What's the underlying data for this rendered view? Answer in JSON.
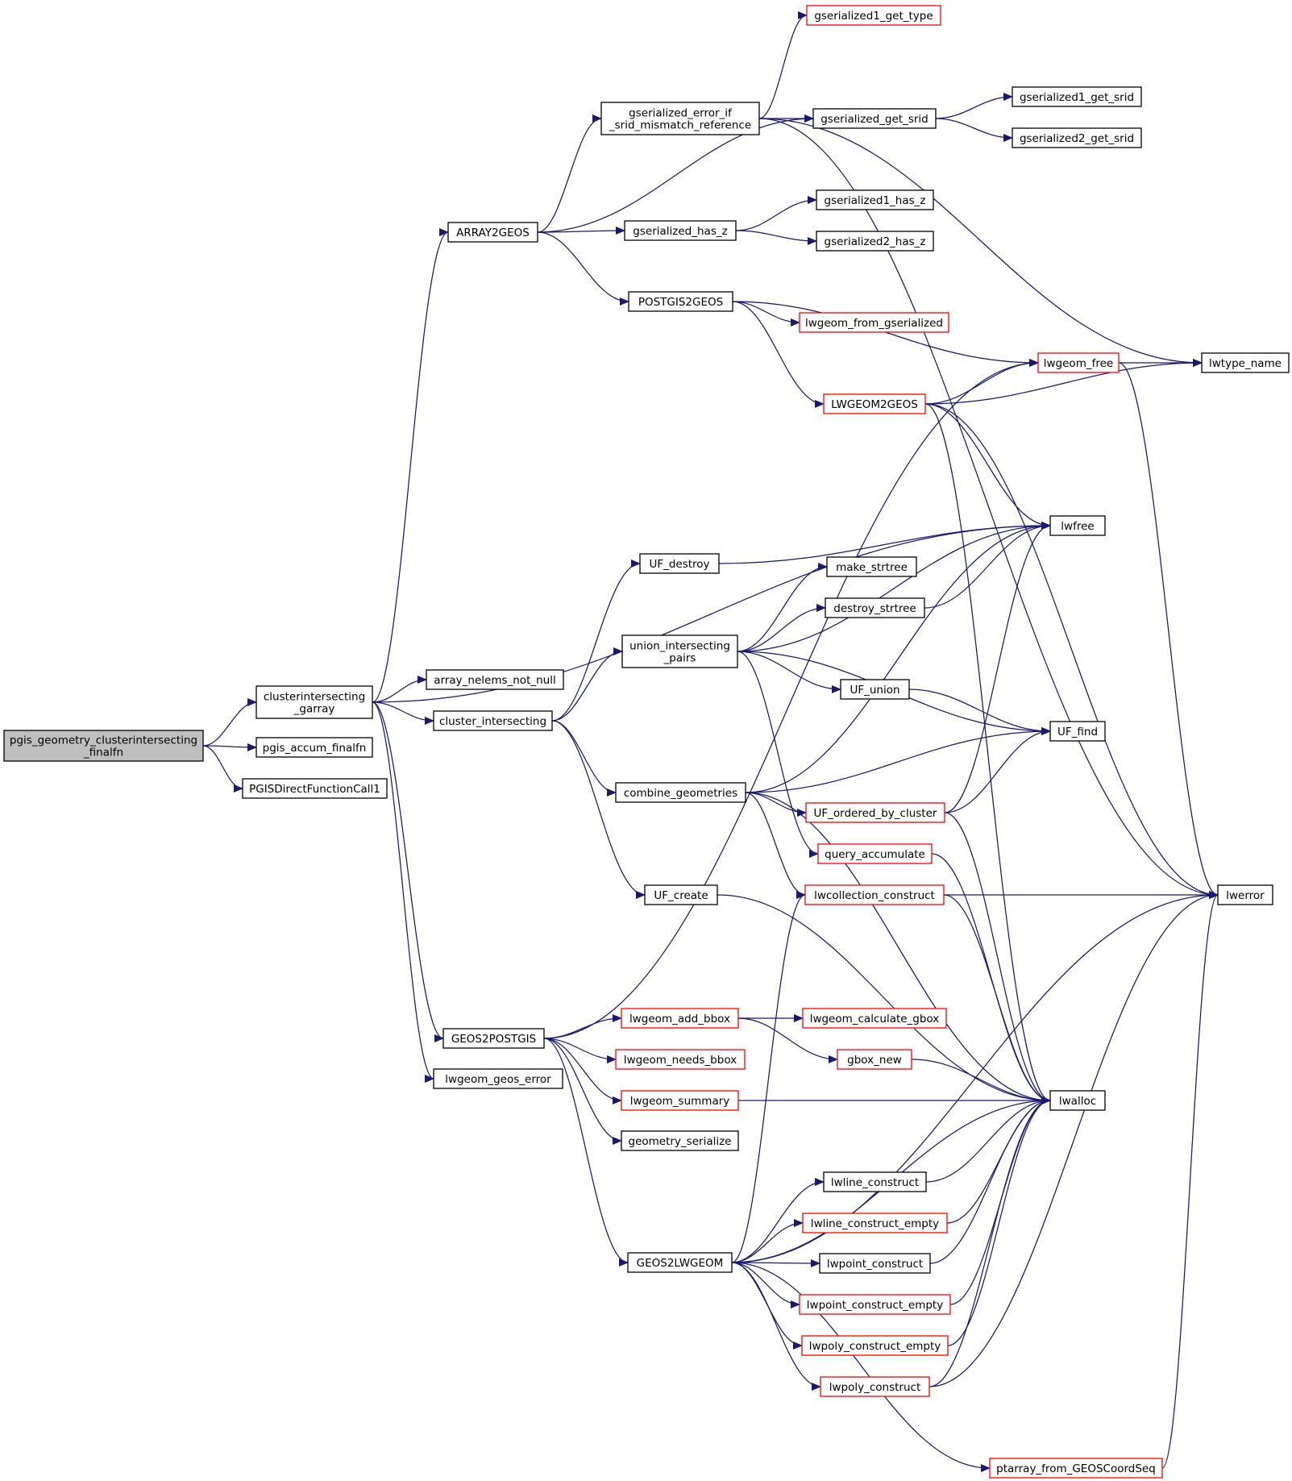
{
  "diagram": {
    "colors": {
      "edge": "#191970",
      "node_border_normal": "#000000",
      "node_border_external": "#ff0000",
      "node_fill": "#ffffff",
      "node_fill_root": "#bfbfbf"
    },
    "nodes": [
      {
        "id": "root",
        "lines": [
          "pgis_geometry_clusterintersecting",
          "_finalfn"
        ],
        "style": "root"
      },
      {
        "id": "cig",
        "lines": [
          "clusterintersecting",
          "_garray"
        ],
        "style": "normal"
      },
      {
        "id": "paf",
        "lines": [
          "pgis_accum_finalfn"
        ],
        "style": "normal"
      },
      {
        "id": "pdfc",
        "lines": [
          "PGISDirectFunctionCall1"
        ],
        "style": "normal"
      },
      {
        "id": "a2g",
        "lines": [
          "ARRAY2GEOS"
        ],
        "style": "normal"
      },
      {
        "id": "anen",
        "lines": [
          "array_nelems_not_null"
        ],
        "style": "normal"
      },
      {
        "id": "ci",
        "lines": [
          "cluster_intersecting"
        ],
        "style": "normal"
      },
      {
        "id": "g2p",
        "lines": [
          "GEOS2POSTGIS"
        ],
        "style": "normal"
      },
      {
        "id": "lge",
        "lines": [
          "lwgeom_geos_error"
        ],
        "style": "normal"
      },
      {
        "id": "geism",
        "lines": [
          "gserialized_error_if",
          "_srid_mismatch_reference"
        ],
        "style": "normal"
      },
      {
        "id": "ghz",
        "lines": [
          "gserialized_has_z"
        ],
        "style": "normal"
      },
      {
        "id": "p2g",
        "lines": [
          "POSTGIS2GEOS"
        ],
        "style": "normal"
      },
      {
        "id": "ufd",
        "lines": [
          "UF_destroy"
        ],
        "style": "normal"
      },
      {
        "id": "uip",
        "lines": [
          "union_intersecting",
          "_pairs"
        ],
        "style": "normal"
      },
      {
        "id": "cg",
        "lines": [
          "combine_geometries"
        ],
        "style": "normal"
      },
      {
        "id": "ufc",
        "lines": [
          "UF_create"
        ],
        "style": "normal"
      },
      {
        "id": "lab",
        "lines": [
          "lwgeom_add_bbox"
        ],
        "style": "external"
      },
      {
        "id": "lnb",
        "lines": [
          "lwgeom_needs_bbox"
        ],
        "style": "external"
      },
      {
        "id": "lsum",
        "lines": [
          "lwgeom_summary"
        ],
        "style": "external"
      },
      {
        "id": "gser",
        "lines": [
          "geometry_serialize"
        ],
        "style": "normal"
      },
      {
        "id": "g2l",
        "lines": [
          "GEOS2LWGEOM"
        ],
        "style": "normal"
      },
      {
        "id": "g1gt",
        "lines": [
          "gserialized1_get_type"
        ],
        "style": "external"
      },
      {
        "id": "ggs",
        "lines": [
          "gserialized_get_srid"
        ],
        "style": "normal"
      },
      {
        "id": "g1hz",
        "lines": [
          "gserialized1_has_z"
        ],
        "style": "normal"
      },
      {
        "id": "g2hz",
        "lines": [
          "gserialized2_has_z"
        ],
        "style": "normal"
      },
      {
        "id": "lfg",
        "lines": [
          "lwgeom_from_gserialized"
        ],
        "style": "external"
      },
      {
        "id": "lw2g",
        "lines": [
          "LWGEOM2GEOS"
        ],
        "style": "external"
      },
      {
        "id": "mst",
        "lines": [
          "make_strtree"
        ],
        "style": "normal"
      },
      {
        "id": "dst",
        "lines": [
          "destroy_strtree"
        ],
        "style": "normal"
      },
      {
        "id": "ufu",
        "lines": [
          "UF_union"
        ],
        "style": "normal"
      },
      {
        "id": "ufobc",
        "lines": [
          "UF_ordered_by_cluster"
        ],
        "style": "external"
      },
      {
        "id": "qacc",
        "lines": [
          "query_accumulate"
        ],
        "style": "external"
      },
      {
        "id": "lcc",
        "lines": [
          "lwcollection_construct"
        ],
        "style": "external"
      },
      {
        "id": "lcg",
        "lines": [
          "lwgeom_calculate_gbox"
        ],
        "style": "external"
      },
      {
        "id": "gbn",
        "lines": [
          "gbox_new"
        ],
        "style": "external"
      },
      {
        "id": "llc",
        "lines": [
          "lwline_construct"
        ],
        "style": "normal"
      },
      {
        "id": "llce",
        "lines": [
          "lwline_construct_empty"
        ],
        "style": "external"
      },
      {
        "id": "lpc",
        "lines": [
          "lwpoint_construct"
        ],
        "style": "normal"
      },
      {
        "id": "lpce",
        "lines": [
          "lwpoint_construct_empty"
        ],
        "style": "external"
      },
      {
        "id": "lpoce",
        "lines": [
          "lwpoly_construct_empty"
        ],
        "style": "external"
      },
      {
        "id": "lpoc",
        "lines": [
          "lwpoly_construct"
        ],
        "style": "external"
      },
      {
        "id": "pfgcs",
        "lines": [
          "ptarray_from_GEOSCoordSeq"
        ],
        "style": "external"
      },
      {
        "id": "g1gs",
        "lines": [
          "gserialized1_get_srid"
        ],
        "style": "normal"
      },
      {
        "id": "g2gs",
        "lines": [
          "gserialized2_get_srid"
        ],
        "style": "normal"
      },
      {
        "id": "lgf",
        "lines": [
          "lwgeom_free"
        ],
        "style": "external"
      },
      {
        "id": "lwfree",
        "lines": [
          "lwfree"
        ],
        "style": "normal"
      },
      {
        "id": "uff",
        "lines": [
          "UF_find"
        ],
        "style": "normal"
      },
      {
        "id": "lwalloc",
        "lines": [
          "lwalloc"
        ],
        "style": "normal"
      },
      {
        "id": "ltn",
        "lines": [
          "lwtype_name"
        ],
        "style": "normal"
      },
      {
        "id": "lwerror",
        "lines": [
          "lwerror"
        ],
        "style": "normal"
      }
    ]
  }
}
